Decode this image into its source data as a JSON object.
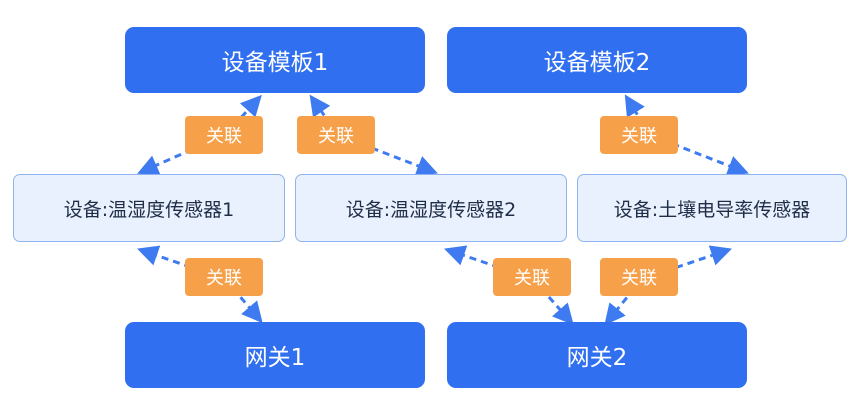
{
  "templates": [
    "设备模板1",
    "设备模板2"
  ],
  "devices": [
    "设备:温湿度传感器1",
    "设备:温湿度传感器2",
    "设备:土壤电导率传感器"
  ],
  "gateways": [
    "网关1",
    "网关2"
  ],
  "relation_label": "关联",
  "colors": {
    "primary": "#2f6ff0",
    "device_fill": "#e9f1fe",
    "device_border": "#8fb3ee",
    "relation_tag": "#f7a04a",
    "arrow": "#3f7bf0"
  }
}
